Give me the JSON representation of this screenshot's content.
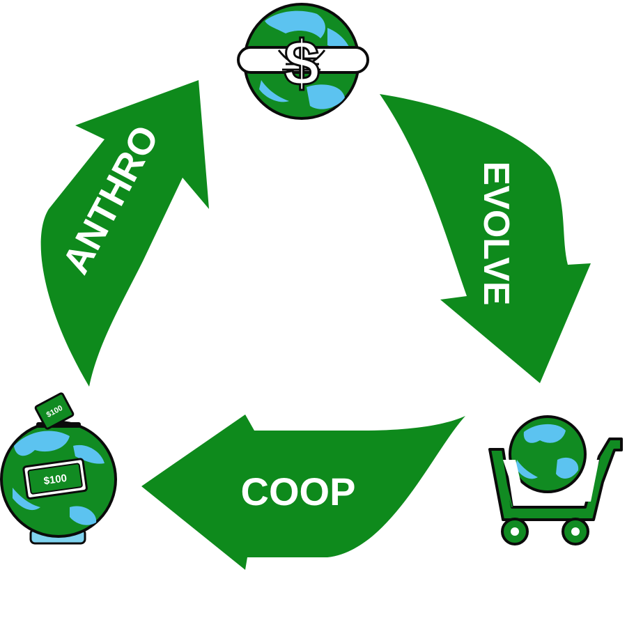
{
  "diagram": {
    "arrows": {
      "anthro": "ANTHRO",
      "evolve": "EVOLVE",
      "coop": "COOP"
    },
    "banknote_label": "$100",
    "coin_note_label": "$100"
  },
  "icons": {
    "top": "globe-with-dollar-hands-icon",
    "right": "shopping-cart-globe-icon",
    "left": "piggy-bank-globe-icon"
  },
  "colors": {
    "arrow_green": "#0e8a1c",
    "globe_green": "#118b22",
    "ocean_blue": "#5cc3f0",
    "outline": "#0b0b0b",
    "coin_base": "#7fd3ef"
  }
}
